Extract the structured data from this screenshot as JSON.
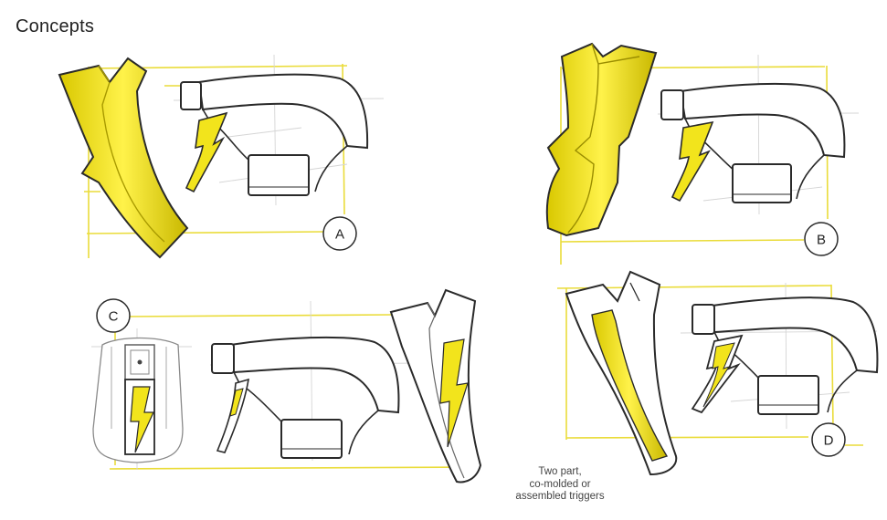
{
  "title": "Concepts",
  "concepts": [
    "A",
    "B",
    "C",
    "D"
  ],
  "caption": [
    "Two part,",
    "co-molded or",
    "assembled triggers"
  ],
  "colors": {
    "accent_yellow": "#f2e41c",
    "guide_yellow": "#eadc3a",
    "line": "#2a2a2a",
    "construction": "#cfcfcf"
  }
}
